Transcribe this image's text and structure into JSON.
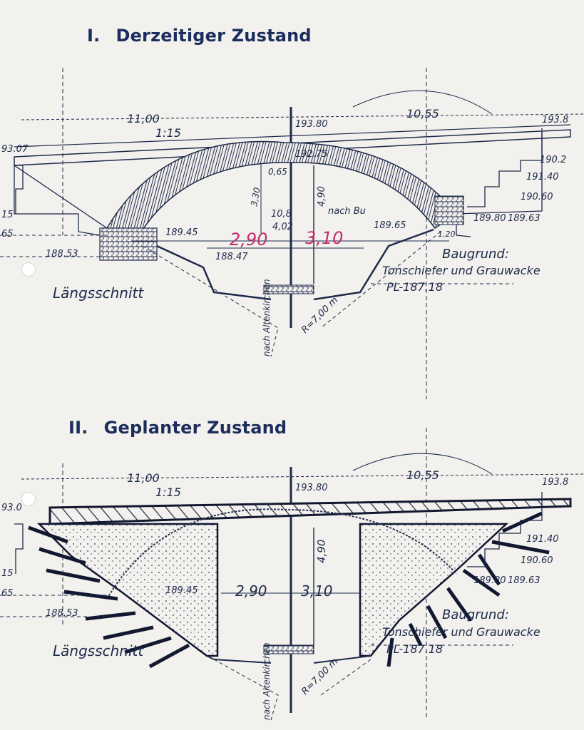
{
  "headings": {
    "current": {
      "number": "I.",
      "title": "Derzeitiger Zustand"
    },
    "planned": {
      "number": "II.",
      "title": "Geplanter Zustand"
    }
  },
  "diagram_top": {
    "span_left": "11,00",
    "slope": "1:15",
    "span_right": "10,55",
    "crown_level": "193.80",
    "crown_inner": "192.75",
    "right_edge_level": "193.8",
    "left_edge_level": "93.07",
    "arch_thickness": "0,65",
    "arch_rise": "3,30",
    "clear_height": "4,90",
    "rail_note_1": "10,8",
    "rail_note_2": "4,02",
    "rail_note_3": "nach Bu",
    "springing_left": "189.45",
    "springing_right": "189.65",
    "footing_left": "188.47",
    "ground_left": "188.53",
    "left_margin_1": "15",
    "left_margin_2": "65",
    "right_step_1": "191.40",
    "right_step_2": "190.60",
    "right_step_3": "189.80",
    "right_step_4": "189.63",
    "right_step_5": "190.2",
    "slope_right": "1,20",
    "dim_left_red": "2,90",
    "dim_right_red": "3,10",
    "subsoil_1": "Baugrund:",
    "subsoil_2": "Tonschiefer und Grauwacke",
    "track_level": "PL-187.18",
    "radius": "R=7,00 m",
    "direction": "nach Altenkirchen",
    "section_label": "Längsschnitt"
  },
  "diagram_bottom": {
    "span_left": "11,00",
    "slope": "1:15",
    "span_right": "10,55",
    "crown_level": "193.80",
    "right_edge_level": "193.8",
    "left_edge_level": "93.0",
    "clear_height": "4,90",
    "dim_left": "2,90",
    "dim_right": "3,10",
    "springing_left": "189.45",
    "ground_left": "188.53",
    "left_margin_1": "15",
    "left_margin_2": "65",
    "right_step_1": "191.40",
    "right_step_2": "190.60",
    "right_step_3": "189.80",
    "right_step_4": "189.63",
    "subsoil_1": "Baugrund:",
    "subsoil_2": "Tonschiefer und Grauwacke",
    "track_level": "PL-187.18",
    "radius": "R=7,00 m",
    "direction": "nach Altenkirchen",
    "section_label": "Längsschnitt"
  }
}
